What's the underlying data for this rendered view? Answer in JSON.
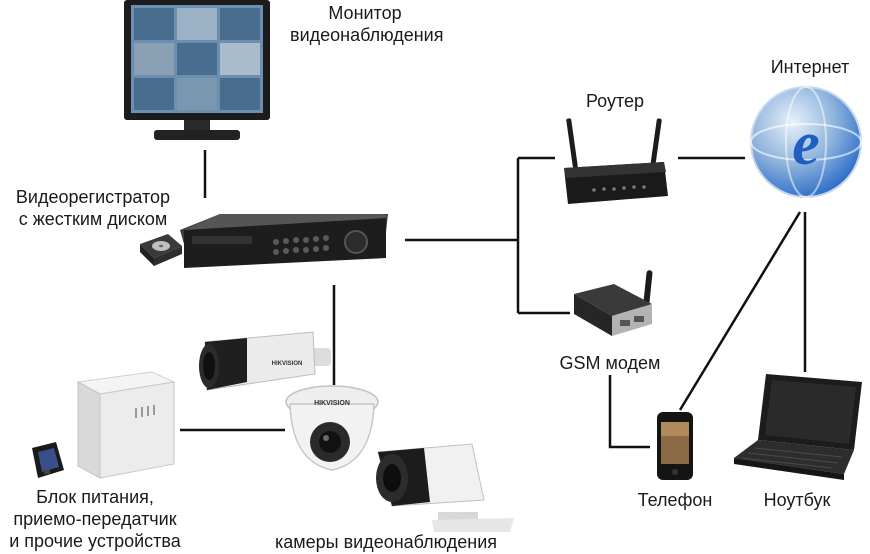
{
  "labels": {
    "monitor_line1": "Монитор",
    "monitor_line2": "видеонаблюдения",
    "dvr_line1": "Видеорегистратор",
    "dvr_line2": "с жестким диском",
    "router": "Роутер",
    "internet": "Интернет",
    "gsm": "GSM модем",
    "phone": "Телефон",
    "laptop": "Ноутбук",
    "power_line1": "Блок питания,",
    "power_line2": "приемо-передатчик",
    "power_line3": "и прочие устройства",
    "cameras": "камеры видеонаблюдения"
  },
  "brand": {
    "camera": "HIKVISION"
  },
  "colors": {
    "wire": "#111111",
    "internet_globe": "#2f6fc9",
    "monitor_screen": "#6c8fb0",
    "device_body": "#1f1f1f"
  }
}
